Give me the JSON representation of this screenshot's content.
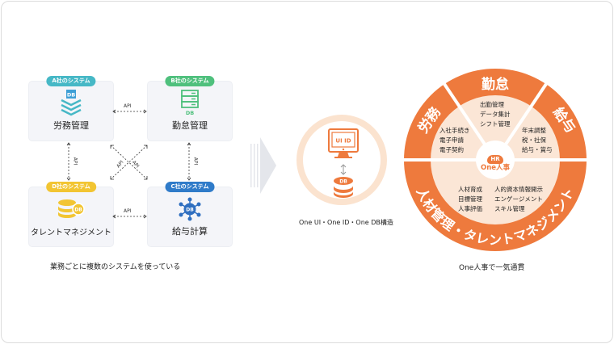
{
  "left_panel": {
    "systems": [
      {
        "badge": "A社のシステム",
        "title": "労務管理",
        "color": "#46b8c6",
        "icon": "layered-db-icon",
        "icon_label": "DB"
      },
      {
        "badge": "B社のシステム",
        "title": "勤怠管理",
        "color": "#4fc07d",
        "icon": "server-db-icon",
        "icon_label": "DB"
      },
      {
        "badge": "D社のシステム",
        "title": "タレントマネジメント",
        "color": "#f2c532",
        "icon": "stacked-db-icon",
        "icon_label": "DB"
      },
      {
        "badge": "C社のシステム",
        "title": "給与計算",
        "color": "#2f7bc9",
        "icon": "network-db-icon",
        "icon_label": "DB"
      }
    ],
    "api_label": "API",
    "caption": "業務ごとに複数のシステムを使っている"
  },
  "middle": {
    "arrow_icon": "right-arrow-icon",
    "monitor_text": "UI  ID",
    "db_label": "DB",
    "caption": "One UI・One ID・One DB構造",
    "accent": "#ee7a3d",
    "ring_color": "#fbe3cf"
  },
  "right_panel": {
    "segments": {
      "top": "勤怠",
      "left": "労務",
      "right": "給与",
      "bottom": "人材管理・タレントマネジメント"
    },
    "items": {
      "kintai": [
        "出勤管理",
        "データ集計",
        "シフト管理"
      ],
      "roumu": [
        "入社手続き",
        "電子申請",
        "電子契約"
      ],
      "kyuyo": [
        "年末調整",
        "税・社保",
        "給与・賞与"
      ],
      "jinzai_left": [
        "人材育成",
        "目標管理",
        "人事評価"
      ],
      "jinzai_right": [
        "人的資本情報開示",
        "エンゲージメント",
        "スキル管理"
      ]
    },
    "center_logo": {
      "mark": "HR",
      "name": "One人事"
    },
    "caption": "One人事で一気通貫",
    "orange": "#ee7a3d",
    "inner_fill": "#fbe6d6"
  }
}
